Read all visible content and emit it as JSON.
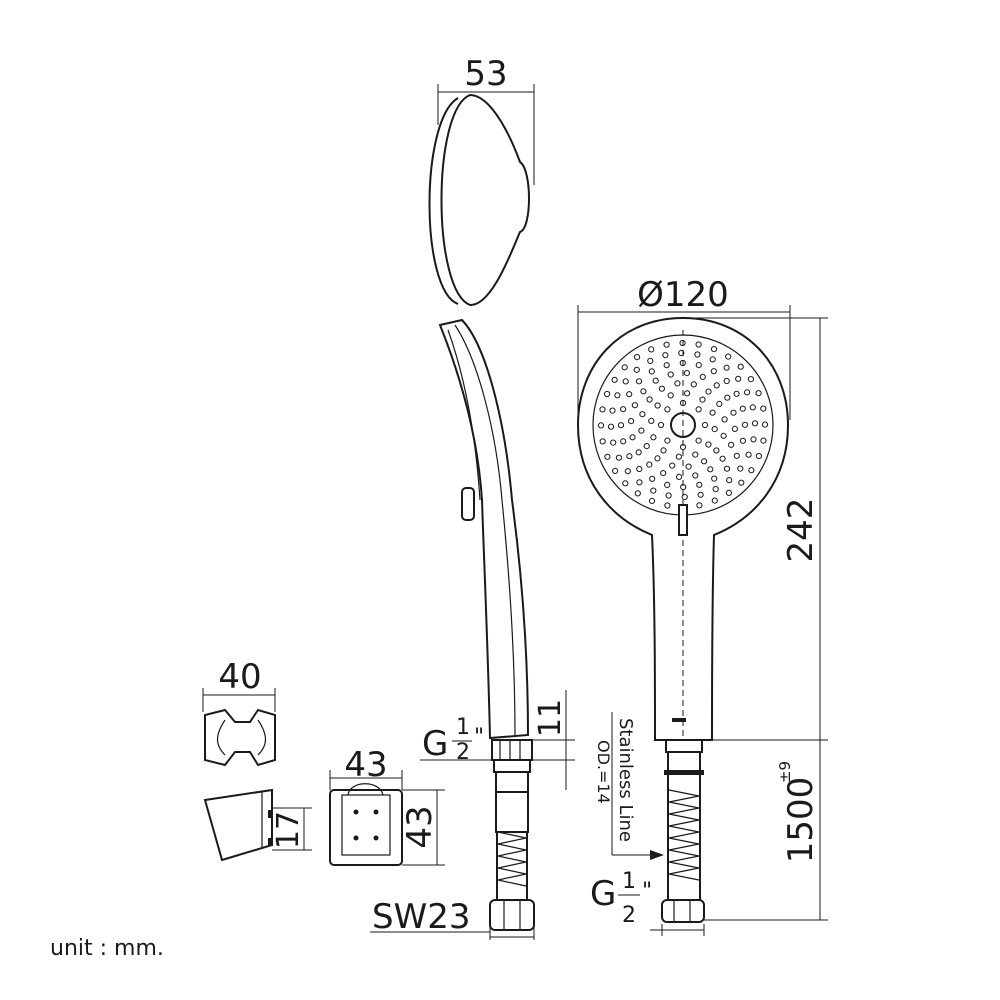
{
  "dimensions": {
    "cradle_width": "53",
    "head_diameter": "Ø120",
    "overall_length": "242",
    "thread_length": "11",
    "holder_width": "40",
    "bracket_width": "43",
    "bracket_height": "43",
    "holder_height": "17",
    "hose_length": "1500",
    "hose_tolerance": "±9",
    "nut_size": "SW23"
  },
  "thread": {
    "prefix": "G",
    "numerator": "1",
    "denominator": "2",
    "inch_mark": "\""
  },
  "hose_label": {
    "material": "Stainless Line",
    "od": "OD.=14"
  },
  "unit_note": "unit : mm."
}
